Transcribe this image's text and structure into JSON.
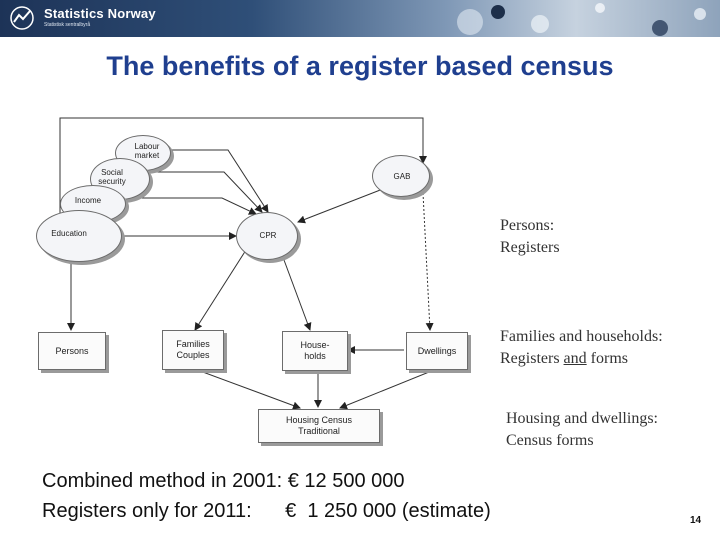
{
  "header": {
    "brand": "Statistics Norway",
    "tagline": "Statistisk sentralbyrå"
  },
  "title": "The benefits of a register based census",
  "diagram": {
    "nodes": {
      "labour_market": "Labour market",
      "social_security": "Social security",
      "gab": "GAB",
      "income": "Income",
      "education": "Education",
      "cpr": "CPR",
      "persons": "Persons",
      "families_couples": "Families Couples",
      "households": "House- holds",
      "dwellings": "Dwellings",
      "housing_census": "Housing Census Traditional"
    }
  },
  "annotations": {
    "persons_registers": [
      "Persons:",
      "Registers"
    ],
    "families_households": {
      "line1": "Families and households:",
      "line2_a": "Registers ",
      "line2_b": "and",
      "line2_c": " forms"
    },
    "housing_dwellings": [
      "Housing and dwellings:",
      "Census forms"
    ]
  },
  "notes": {
    "combined": "Combined method in 2001: € 12 500 000",
    "registers_only": "Registers only for 2011:      €  1 250 000 (estimate)"
  },
  "page_number": "14",
  "colors": {
    "title": "#1f3f8f",
    "header_dark": "#1d3357"
  }
}
